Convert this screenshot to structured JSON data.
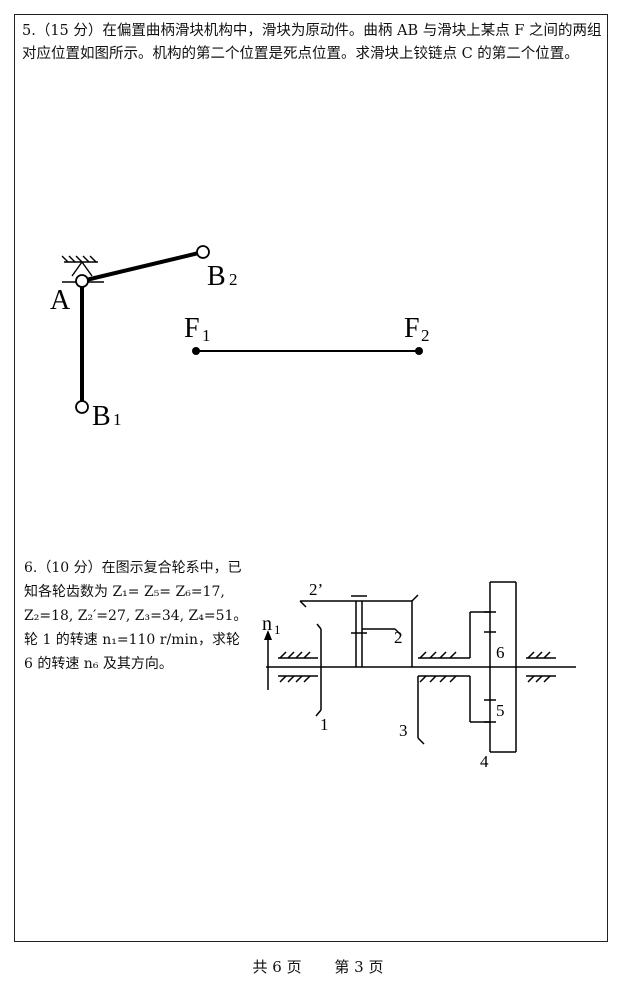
{
  "q5": {
    "text": "5.（15 分）在偏置曲柄滑块机构中，滑块为原动件。曲柄 AB 与滑块上某点 F 之间的两组对应位置如图所示。机构的第二个位置是死点位置。求滑块上铰链点 C 的第二个位置。",
    "labels": {
      "A": "A",
      "B": "B",
      "sub1": "1",
      "sub2": "2",
      "F": "F"
    }
  },
  "q6": {
    "text": "6.（10 分）在图示复合轮系中，已知各轮齿数为 Z₁= Z₅= Z₆=17, Z₂=18, Z₂′=27, Z₃=34, Z₄=51。轮 1 的转速 n₁=110 r/min，求轮 6 的转速 n₆ 及其方向。",
    "labels": {
      "n": "n",
      "n_sub": "1",
      "g1": "1",
      "g2": "2",
      "g2p": "2’",
      "g3": "3",
      "g4": "4",
      "g5": "5",
      "g6": "6"
    }
  },
  "footer": {
    "total": "共 6 页",
    "current": "第 3 页"
  }
}
